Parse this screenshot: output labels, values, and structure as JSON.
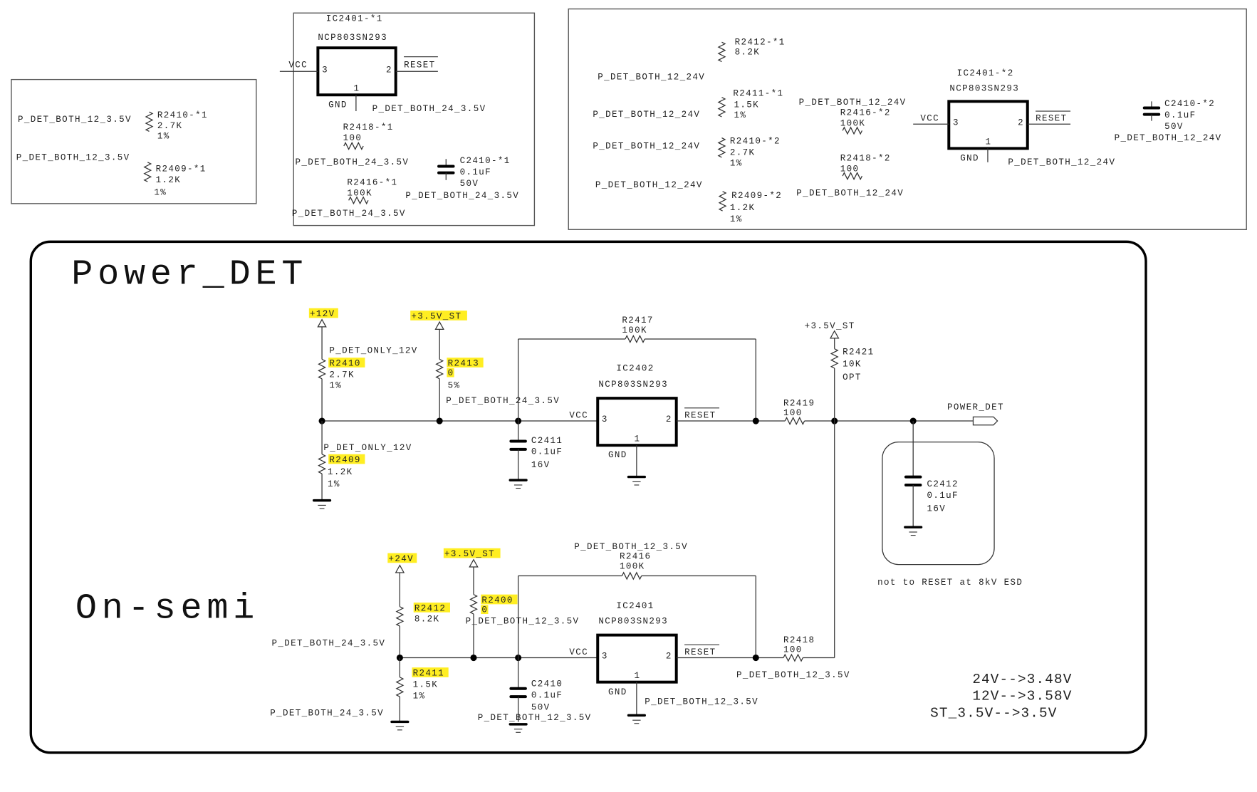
{
  "sheet": {
    "title": "Power_DET",
    "subtitle": "On-semi",
    "highlight_color": "#ffee22",
    "notes": [
      "24V-->3.48V",
      "12V-->3.58V",
      "ST_3.5V-->3.5V"
    ],
    "esd_note": "not to RESET at 8kV ESD"
  },
  "option_box_1": {
    "r2410": {
      "ref": "R2410-*1",
      "value": "2.7K",
      "tol": "1%",
      "net": "P_DET_BOTH_12_3.5V"
    },
    "r2409": {
      "ref": "R2409-*1",
      "value": "1.2K",
      "tol": "1%",
      "net": "P_DET_BOTH_12_3.5V"
    }
  },
  "option_box_2": {
    "ic": {
      "ref": "IC2401-*1",
      "part": "NCP803SN293",
      "vcc": "VCC",
      "reset": "RESET",
      "gnd": "GND",
      "pin_vcc": "3",
      "pin_reset": "2",
      "pin_gnd": "1"
    },
    "net_gnd": "P_DET_BOTH_24_3.5V",
    "r2418": {
      "ref": "R2418-*1",
      "value": "100",
      "net": "P_DET_BOTH_24_3.5V"
    },
    "c2410": {
      "ref": "C2410-*1",
      "value": "0.1uF",
      "volt": "50V",
      "net": "P_DET_BOTH_24_3.5V"
    },
    "r2416": {
      "ref": "R2416-*1",
      "value": "100K",
      "net": "P_DET_BOTH_24_3.5V"
    }
  },
  "option_box_3": {
    "r2412": {
      "ref": "R2412-*1",
      "value": "8.2K",
      "net": "P_DET_BOTH_12_24V"
    },
    "r2411": {
      "ref": "R2411-*1",
      "value": "1.5K",
      "tol": "1%",
      "net": "P_DET_BOTH_12_24V"
    },
    "r2410": {
      "ref": "R2410-*2",
      "value": "2.7K",
      "tol": "1%",
      "net": "P_DET_BOTH_12_24V"
    },
    "r2409": {
      "ref": "R2409-*2",
      "value": "1.2K",
      "tol": "1%",
      "net": "P_DET_BOTH_12_24V"
    },
    "r2416": {
      "ref": "R2416-*2",
      "value": "100K",
      "net": "P_DET_BOTH_12_24V"
    },
    "r2418": {
      "ref": "R2418-*2",
      "value": "100",
      "net": "P_DET_BOTH_12_24V"
    },
    "ic": {
      "ref": "IC2401-*2",
      "part": "NCP803SN293",
      "vcc": "VCC",
      "reset": "RESET",
      "gnd": "GND",
      "pin_vcc": "3",
      "pin_reset": "2",
      "pin_gnd": "1",
      "net": "P_DET_BOTH_12_24V"
    },
    "c2410": {
      "ref": "C2410-*2",
      "value": "0.1uF",
      "volt": "50V",
      "net": "P_DET_BOTH_12_24V"
    }
  },
  "upper_circuit": {
    "rail_12v": "+12V",
    "rail_st": "+3.5V_ST",
    "r2410": {
      "ref": "R2410",
      "value": "2.7K",
      "tol": "1%",
      "net": "P_DET_ONLY_12V"
    },
    "r2413": {
      "ref": "R2413",
      "value": "0",
      "tol": "5%"
    },
    "net_mid": "P_DET_BOTH_24_3.5V",
    "r2409": {
      "ref": "R2409",
      "value": "1.2K",
      "tol": "1%",
      "net": "P_DET_ONLY_12V"
    },
    "c2411": {
      "ref": "C2411",
      "value": "0.1uF",
      "volt": "16V"
    },
    "r2417": {
      "ref": "R2417",
      "value": "100K"
    },
    "ic": {
      "ref": "IC2402",
      "part": "NCP803SN293",
      "vcc": "VCC",
      "reset": "RESET",
      "gnd": "GND",
      "pin_vcc": "3",
      "pin_reset": "2",
      "pin_gnd": "1"
    },
    "r2419": {
      "ref": "R2419",
      "value": "100"
    },
    "rail_st_out": "+3.5V_ST",
    "r2421": {
      "ref": "R2421",
      "value": "10K",
      "opt": "OPT"
    },
    "output_port": "POWER_DET",
    "c2412": {
      "ref": "C2412",
      "value": "0.1uF",
      "volt": "16V"
    }
  },
  "lower_circuit": {
    "rail_24v": "+24V",
    "rail_st": "+3.5V_ST",
    "r2412": {
      "ref": "R2412",
      "value": "8.2K"
    },
    "r2400": {
      "ref": "R2400",
      "value": "0"
    },
    "net_mid_left": "P_DET_BOTH_24_3.5V",
    "net_mid_right": "P_DET_BOTH_12_3.5V",
    "r2411": {
      "ref": "R2411",
      "value": "1.5K",
      "tol": "1%"
    },
    "net_gnd_left": "P_DET_BOTH_24_3.5V",
    "c2410": {
      "ref": "C2410",
      "value": "0.1uF",
      "volt": "50V",
      "net": "P_DET_BOTH_12_3.5V"
    },
    "net_r2416": "P_DET_BOTH_12_3.5V",
    "r2416": {
      "ref": "R2416",
      "value": "100K"
    },
    "ic": {
      "ref": "IC2401",
      "part": "NCP803SN293",
      "vcc": "VCC",
      "reset": "RESET",
      "gnd": "GND",
      "pin_vcc": "3",
      "pin_reset": "2",
      "pin_gnd": "1"
    },
    "net_ic_gnd": "P_DET_BOTH_12_3.5V",
    "r2418": {
      "ref": "R2418",
      "value": "100"
    },
    "net_reset": "P_DET_BOTH_12_3.5V"
  }
}
